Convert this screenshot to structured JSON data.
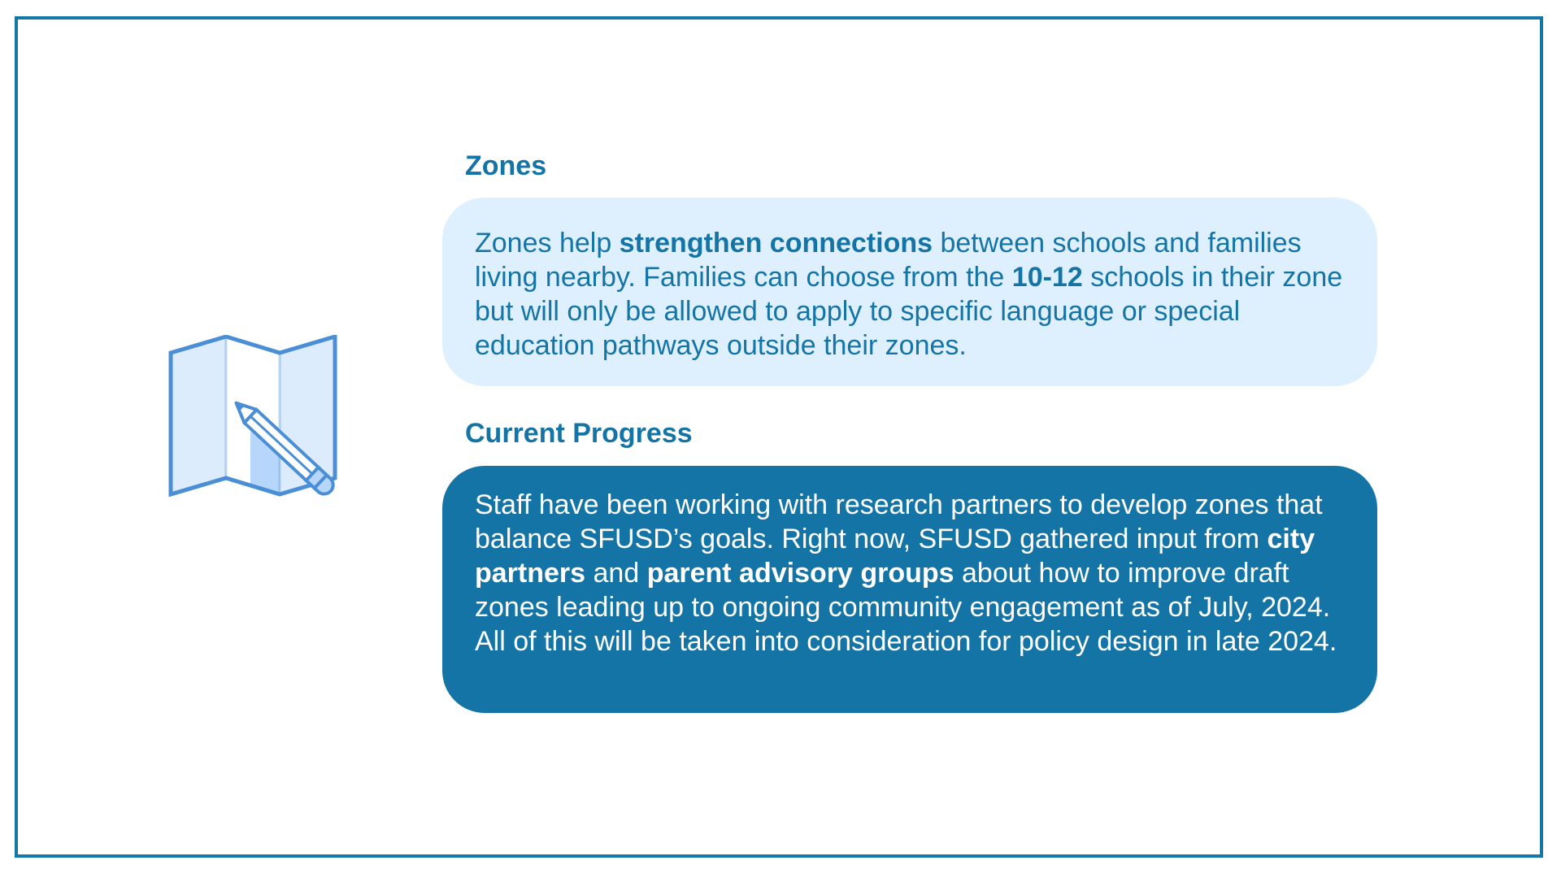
{
  "zones": {
    "title": "Zones",
    "body": {
      "t1": "Zones help ",
      "b1": "strengthen connections",
      "t2": " between schools and families living nearby. Families can choose from the ",
      "b2": "10-12",
      "t3": " schools in their zone but will only be allowed to apply to specific language or special education pathways outside their zones."
    }
  },
  "progress": {
    "title": "Current Progress",
    "body": {
      "t1": "Staff have been working with research partners to develop zones that balance SFUSD’s goals. Right now, SFUSD gathered input from ",
      "b1": "city partners",
      "t2": " and ",
      "b2": "parent advisory groups",
      "t3": " about how to improve draft zones leading up to ongoing community engagement as of July, 2024. All of this will be taken into consideration for policy design in late 2024."
    }
  },
  "icons": {
    "illustration": "map-with-pencil-icon"
  },
  "colors": {
    "accent": "#1574a6",
    "frame_border": "#1576a8",
    "light_card": "#def0fd",
    "icon_stroke": "#4a8fd6",
    "icon_fill_light": "#dcecfd",
    "icon_fill_mid": "#b6d7fb"
  }
}
